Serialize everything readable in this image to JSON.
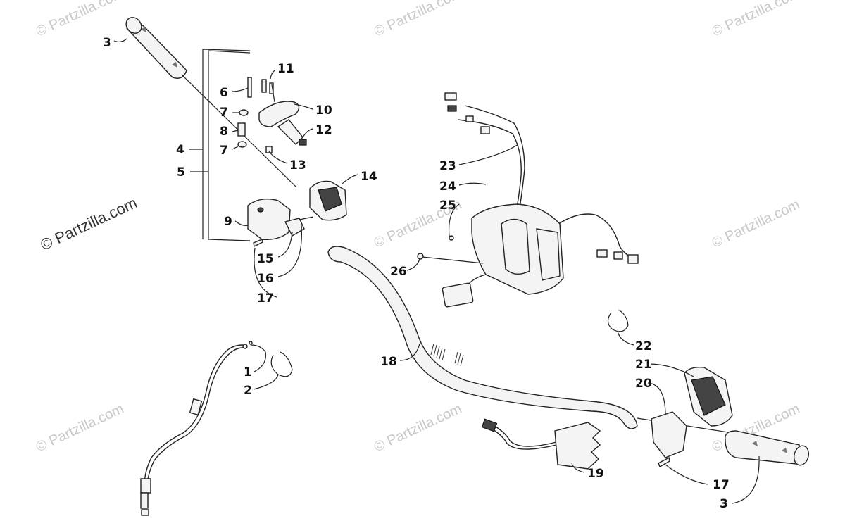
{
  "watermarks": {
    "main": "© Partzilla.com",
    "small": "© Partzilla.com"
  },
  "callouts": {
    "c1": "1",
    "c2": "2",
    "c3a": "3",
    "c3b": "3",
    "c4": "4",
    "c5": "5",
    "c6": "6",
    "c7a": "7",
    "c7b": "7",
    "c8": "8",
    "c9": "9",
    "c10": "10",
    "c11": "11",
    "c12": "12",
    "c13": "13",
    "c14": "14",
    "c15": "15",
    "c16": "16",
    "c17a": "17",
    "c17b": "17",
    "c18": "18",
    "c19": "19",
    "c20": "20",
    "c21": "21",
    "c22": "22",
    "c23": "23",
    "c24": "24",
    "c25": "25",
    "c26": "26"
  },
  "colors": {
    "ink": "#222222",
    "watermark": "#c8c8c8",
    "background": "#ffffff"
  }
}
